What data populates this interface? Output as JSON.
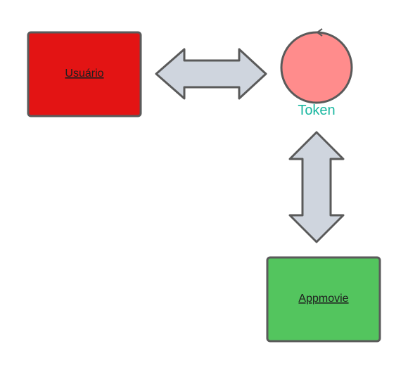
{
  "diagram": {
    "nodes": {
      "usuario": {
        "label": "Usuário",
        "fill": "#e31414",
        "stroke": "#5a5a5a"
      },
      "token": {
        "label": "Token",
        "fill": "#ff8c8c",
        "stroke": "#5a5a5a",
        "label_color": "#19b7a0"
      },
      "appmovie": {
        "label": "Appmovie",
        "fill": "#53c55e",
        "stroke": "#5a5a5a"
      }
    },
    "connectors": {
      "color": "#cfd5de",
      "stroke": "#5a5a5a"
    }
  }
}
